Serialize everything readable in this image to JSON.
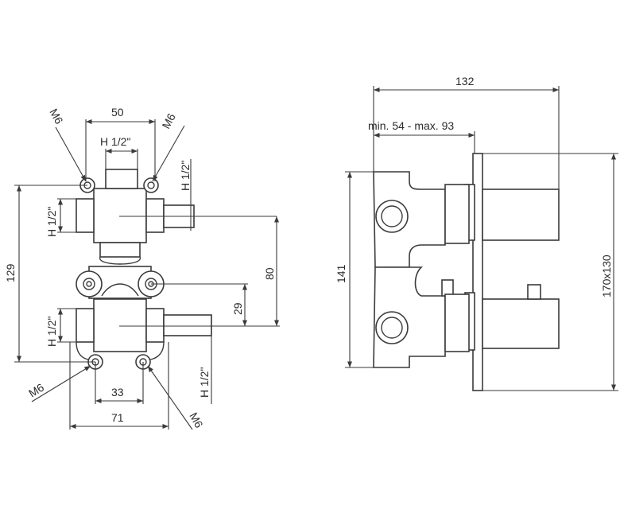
{
  "front_view": {
    "dim_top_width": "50",
    "dim_top_thread": "H 1/2\"",
    "dim_top_right_thread": "H 1/2\"",
    "dim_upper_left_thread": "H 1/2\"",
    "dim_lower_left_thread": "H 1/2\"",
    "dim_bottom_right_thread": "H 1/2\"",
    "screw_top_left": "M6",
    "screw_top_right": "M6",
    "screw_bottom_left": "M6",
    "screw_bottom_right": "M6",
    "dim_total_height": "129",
    "dim_center_distance": "80",
    "dim_outlet_offset": "29",
    "dim_bottom_inner": "33",
    "dim_bottom_outer": "71"
  },
  "side_view": {
    "dim_total_depth": "132",
    "dim_installation_range": "min. 54 - max. 93",
    "dim_body_height": "141",
    "dim_plate_size": "170x130"
  }
}
